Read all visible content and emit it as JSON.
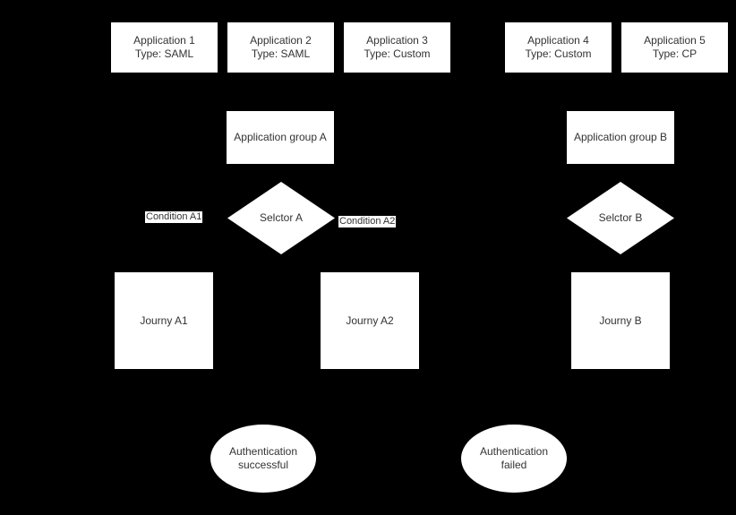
{
  "colors": {
    "background": "#000000",
    "node_fill": "#ffffff",
    "node_text": "#333333"
  },
  "applications": [
    {
      "name": "Application 1",
      "type": "Type: SAML"
    },
    {
      "name": "Application 2",
      "type": "Type: SAML"
    },
    {
      "name": "Application 3",
      "type": "Type: Custom"
    },
    {
      "name": "Application 4",
      "type": "Type: Custom"
    },
    {
      "name": "Application 5",
      "type": "Type: CP"
    }
  ],
  "groups": [
    {
      "label": "Application group A"
    },
    {
      "label": "Application group B"
    }
  ],
  "selectors": [
    {
      "label": "Selctor A"
    },
    {
      "label": "Selctor B"
    }
  ],
  "conditions": [
    {
      "label": "Condition A1"
    },
    {
      "label": "Condition A2"
    }
  ],
  "journeys": [
    {
      "label": "Journy A1"
    },
    {
      "label": "Journy A2"
    },
    {
      "label": "Journy B"
    }
  ],
  "outcomes": [
    {
      "label": "Authentication successful"
    },
    {
      "label": "Authentication failed"
    }
  ]
}
